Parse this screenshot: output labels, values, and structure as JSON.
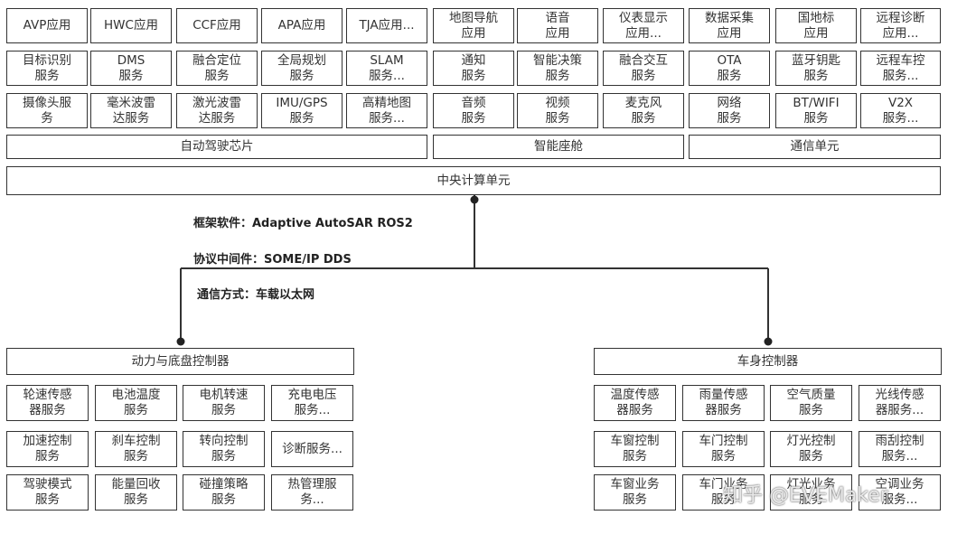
{
  "top_grid": [
    [
      "AVP应用",
      "HWC应用",
      "CCF应用",
      "APA应用",
      "TJA应用...",
      "地图导航\n应用",
      "语音\n应用",
      "仪表显示\n应用...",
      "数据采集\n应用",
      "国地标\n应用",
      "远程诊断\n应用..."
    ],
    [
      "目标识别\n服务",
      "DMS\n服务",
      "融合定位\n服务",
      "全局规划\n服务",
      "SLAM\n服务...",
      "通知\n服务",
      "智能决策\n服务",
      "融合交互\n服务",
      "OTA\n服务",
      "蓝牙钥匙\n服务",
      "远程车控\n服务..."
    ],
    [
      "摄像头服\n务",
      "毫米波雷\n达服务",
      "激光波雷\n达服务",
      "IMU/GPS\n服务",
      "高精地图\n服务...",
      "音频\n服务",
      "视频\n服务",
      "麦克风\n服务",
      "网络\n服务",
      "BT/WIFI\n服务",
      "V2X\n服务..."
    ]
  ],
  "domains": [
    "自动驾驶芯片",
    "智能座舱",
    "通信单元"
  ],
  "central_unit": "中央计算单元",
  "labels": {
    "framework": "框架软件：Adaptive AutoSAR  ROS2",
    "middleware": "协议中间件：SOME/IP DDS",
    "comm": "通信方式：车载以太网"
  },
  "left_controller": "动力与底盘控制器",
  "right_controller": "车身控制器",
  "left_grid": [
    [
      "轮速传感\n器服务",
      "电池温度\n服务",
      "电机转速\n服务",
      "充电电压\n服务..."
    ],
    [
      "加速控制\n服务",
      "刹车控制\n服务",
      "转向控制\n服务",
      "诊断服务..."
    ],
    [
      "驾驶模式\n服务",
      "能量回收\n服务",
      "碰撞策略\n服务",
      "热管理服\n务..."
    ]
  ],
  "right_grid": [
    [
      "温度传感\n器服务",
      "雨量传感\n器服务",
      "空气质量\n服务",
      "光线传感\n器服务..."
    ],
    [
      "车窗控制\n服务",
      "车门控制\n服务",
      "灯光控制\n服务",
      "雨刮控制\n服务..."
    ],
    [
      "车窗业务\n服务",
      "车门业务\n服务",
      "灯光业务\n服务",
      "空调业务\n服务..."
    ]
  ],
  "watermark": "知乎 @EVEMaker",
  "colors": {
    "line": "#333333",
    "text": "#333333",
    "background": "#ffffff"
  }
}
